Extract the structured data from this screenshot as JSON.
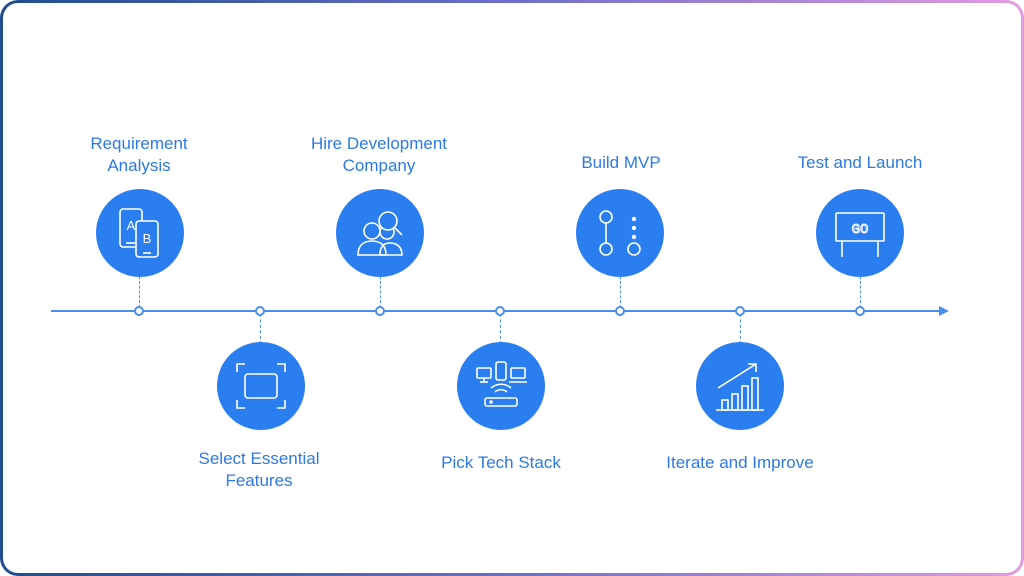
{
  "steps": [
    {
      "label_lines": [
        "Requirement",
        "Analysis"
      ],
      "icon": "phones-ab-icon"
    },
    {
      "label_lines": [
        "Select Essential",
        "Features"
      ],
      "icon": "frame-select-icon"
    },
    {
      "label_lines": [
        "Hire Development",
        "Company"
      ],
      "icon": "people-search-icon"
    },
    {
      "label_lines": [
        "Pick Tech Stack",
        ""
      ],
      "icon": "devices-network-icon"
    },
    {
      "label_lines": [
        "Build MVP",
        ""
      ],
      "icon": "node-flow-icon"
    },
    {
      "label_lines": [
        "Iterate and Improve",
        ""
      ],
      "icon": "growth-chart-icon"
    },
    {
      "label_lines": [
        "Test and Launch",
        ""
      ],
      "icon": "go-board-icon"
    }
  ],
  "icon_texts": {
    "phone_a": "A",
    "phone_b": "B",
    "go": "GO"
  },
  "colors": {
    "accent": "#2b7ef0",
    "line": "#4a8ef0",
    "label": "#2d7ae6"
  }
}
